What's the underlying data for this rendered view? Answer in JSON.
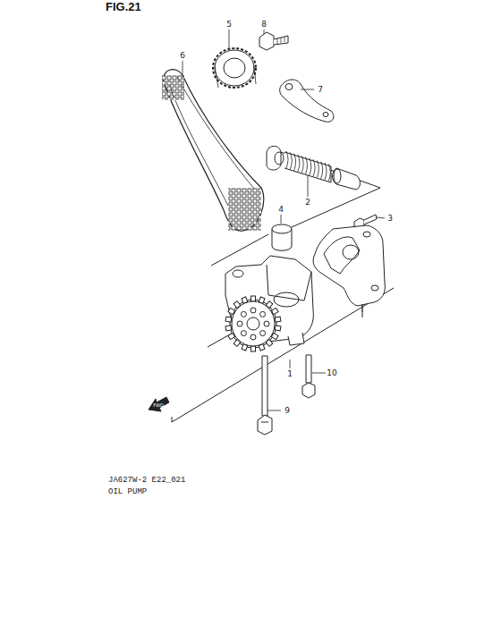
{
  "diagram": {
    "title": "FIG.21",
    "labels": [
      "5",
      "8",
      "6",
      "7",
      "4",
      "3",
      "2",
      "1",
      "10",
      "9",
      "FWD",
      "JA627W-2 E22_021",
      "OIL PUMP"
    ]
  }
}
